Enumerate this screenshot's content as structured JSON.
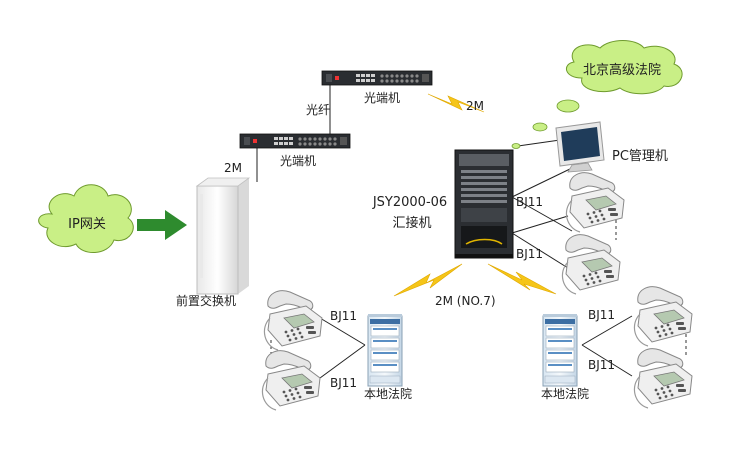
{
  "labels": {
    "ip_gateway": "IP网关",
    "front_switch": "前置交换机",
    "optical_terminal_lower": "光端机",
    "optical_terminal_upper": "光端机",
    "fiber": "光纤",
    "link_2m_left": "2M",
    "link_2m_top": "2M",
    "link_2m_bottom": "2M (NO.7)",
    "aggregator_model": "JSY2000-06",
    "aggregator_name": "汇接机",
    "pc_manager": "PC管理机",
    "court_beijing": "北京高级法院",
    "local_court_left": "本地法院",
    "local_court_right": "本地法院",
    "bj11_agg_top": "BJ11",
    "bj11_agg_bottom": "BJ11",
    "bj11_left_top": "BJ11",
    "bj11_left_bottom": "BJ11",
    "bj11_right_top": "BJ11",
    "bj11_right_bottom": "BJ11"
  },
  "colors": {
    "cloud_fill": "#c9ef86",
    "cloud_stroke": "#6f9b2e",
    "arrow_green": "#2e8b2e",
    "lightning": "#f5c518",
    "line": "#222222"
  },
  "icons": {
    "phone": "telephone-icon",
    "rack": "server-rack-icon",
    "cabinet": "switch-cabinet-icon",
    "monitor": "monitor-icon"
  }
}
